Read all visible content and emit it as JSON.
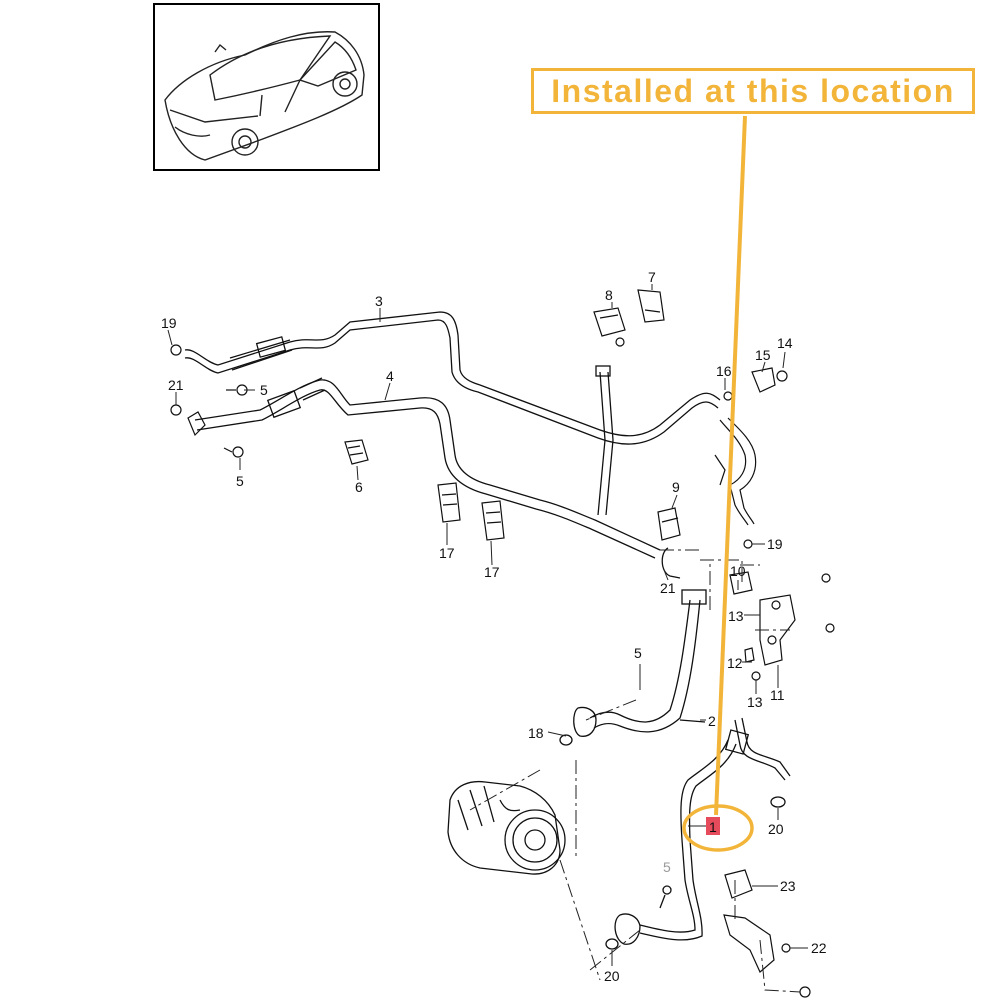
{
  "callout": {
    "text": "Installed at this location",
    "color": "#f2b53a"
  },
  "highlight": {
    "part_number": "1",
    "marker_color": "#e54b5a"
  },
  "labels": {
    "l1": "1",
    "l2": "2",
    "l3": "3",
    "l4": "4",
    "l5a": "5",
    "l5b": "5",
    "l5c": "5",
    "l5d": "5",
    "l6": "6",
    "l7": "7",
    "l8": "8",
    "l9": "9",
    "l10": "10",
    "l11": "11",
    "l12": "12",
    "l13a": "13",
    "l13b": "13",
    "l14": "14",
    "l15": "15",
    "l16": "16",
    "l17a": "17",
    "l17b": "17",
    "l18": "18",
    "l19a": "19",
    "l19b": "19",
    "l20a": "20",
    "l20b": "20",
    "l21a": "21",
    "l21b": "21",
    "l22": "22",
    "l23": "23"
  }
}
